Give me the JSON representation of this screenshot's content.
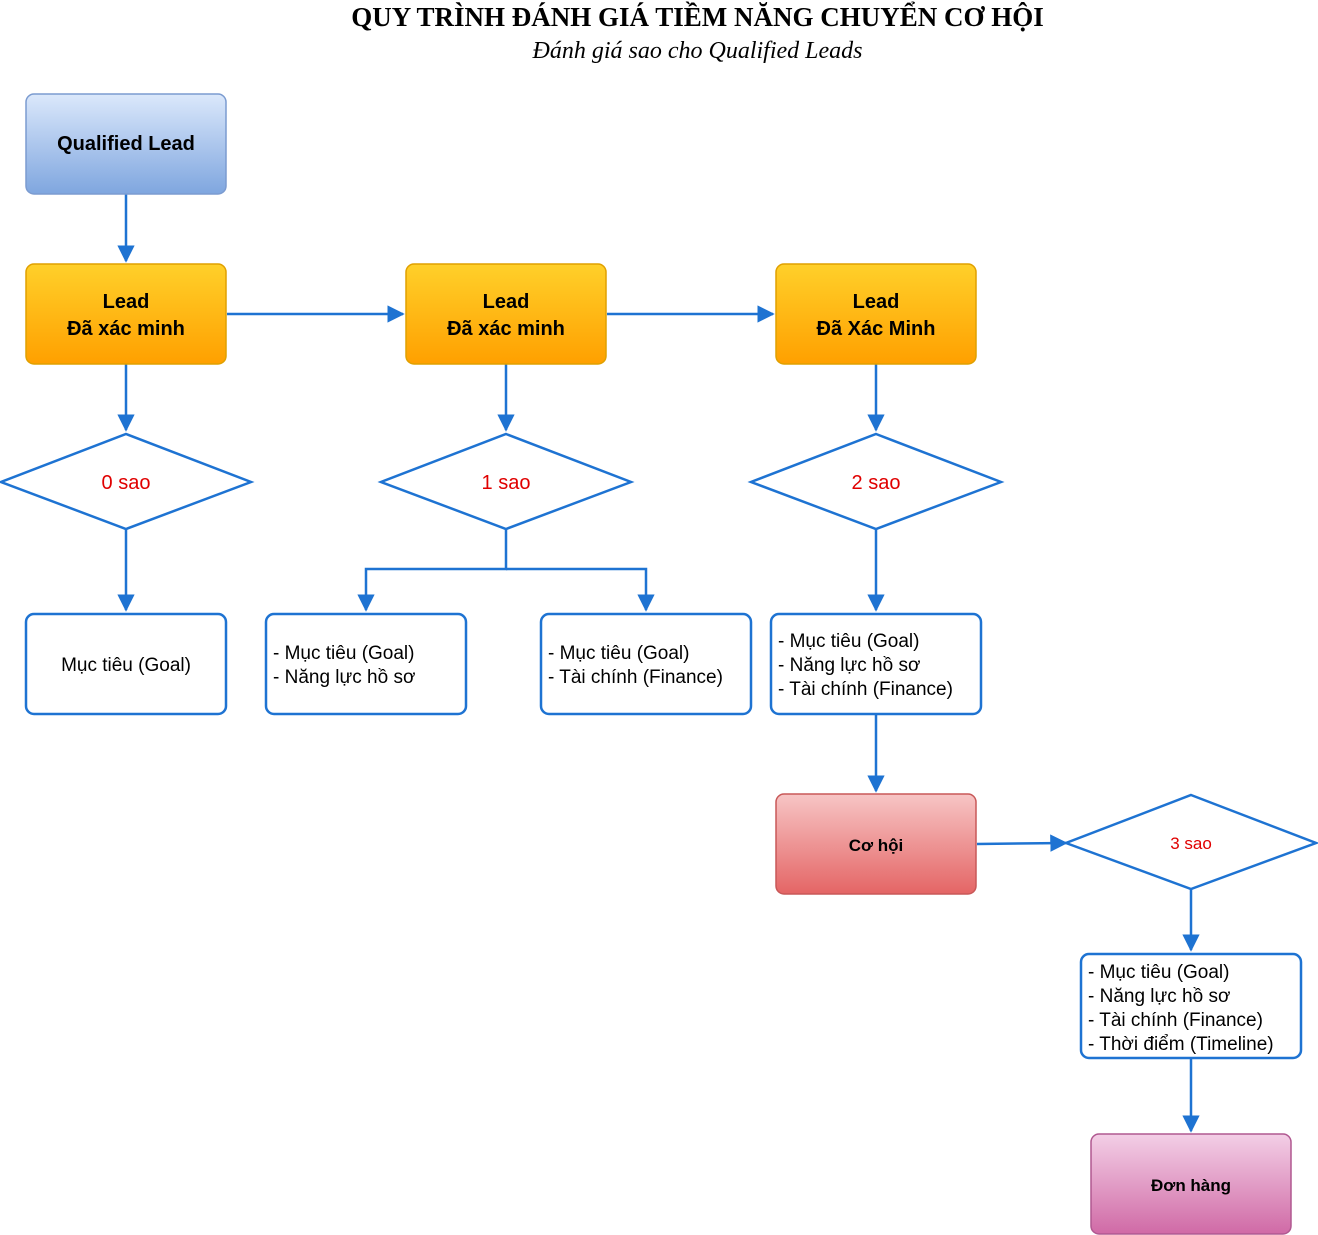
{
  "title": "QUY TRÌNH ĐÁNH GIÁ TIỀM NĂNG CHUYỂN CƠ HỘI",
  "subtitle": "Đánh giá sao cho Qualified Leads",
  "colors": {
    "connector": "#1e73d2",
    "rating_text": "#e00000",
    "blue_box_top": "#dbe8fb",
    "blue_box_bottom": "#7fa6df",
    "orange_box_top": "#ffd02a",
    "orange_box_bottom": "#ffa000",
    "red_box_top": "#f7c5c5",
    "red_box_bottom": "#e46565",
    "pink_box_top": "#f3cfe6",
    "pink_box_bottom": "#d06aa6"
  },
  "nodes": {
    "qualified_lead": {
      "label": "Qualified Lead"
    },
    "lead_1": {
      "line1": "Lead",
      "line2": "Đã xác minh"
    },
    "lead_2": {
      "line1": "Lead",
      "line2": "Đã xác minh"
    },
    "lead_3": {
      "line1": "Lead",
      "line2": "Đã Xác Minh"
    },
    "rating_0": {
      "label": "0 sao"
    },
    "rating_1": {
      "label": "1 sao"
    },
    "rating_2": {
      "label": "2 sao"
    },
    "rating_3": {
      "label": "3 sao"
    },
    "criteria_0": {
      "lines": [
        "Mục tiêu (Goal)"
      ]
    },
    "criteria_1a": {
      "lines": [
        "- Mục tiêu (Goal)",
        "- Năng lực hồ sơ"
      ]
    },
    "criteria_1b": {
      "lines": [
        "- Mục tiêu (Goal)",
        "- Tài chính (Finance)"
      ]
    },
    "criteria_2": {
      "lines": [
        "- Mục tiêu (Goal)",
        "- Năng lực hồ sơ",
        "- Tài chính (Finance)"
      ]
    },
    "criteria_3": {
      "lines": [
        "- Mục tiêu (Goal)",
        "- Năng lực hồ sơ",
        "- Tài chính (Finance)",
        "- Thời điểm (Timeline)"
      ]
    },
    "opportunity": {
      "label": "Cơ hội"
    },
    "order": {
      "label": "Đơn hàng"
    }
  }
}
